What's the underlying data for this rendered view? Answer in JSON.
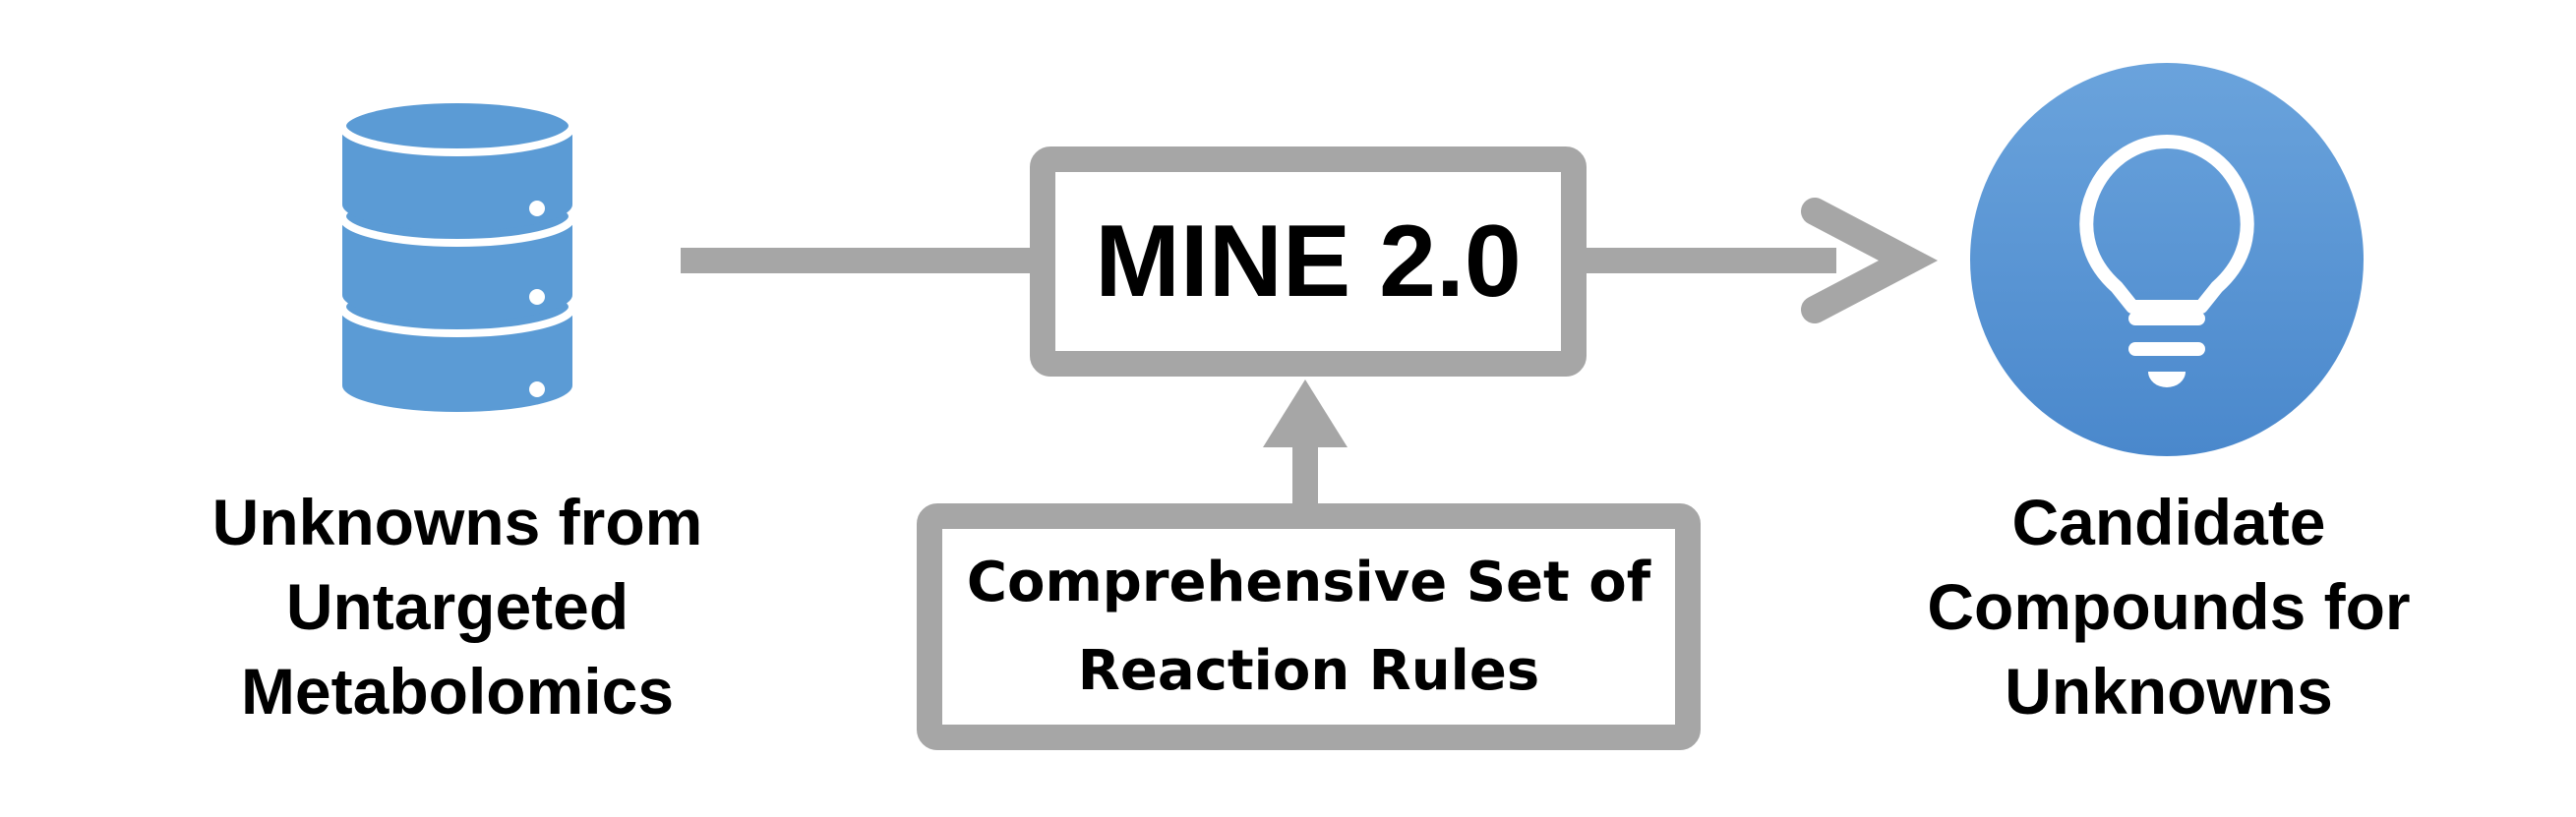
{
  "colors": {
    "accent_blue": "#5b9bd5",
    "circle_blue_top": "#6aa3dc",
    "circle_blue_bottom": "#4a88cc",
    "arrow_gray": "#a6a6a6",
    "text": "#000000"
  },
  "nodes": {
    "input": {
      "icon": "database-icon",
      "label_lines": [
        "Unknowns from",
        "Untargeted",
        "Metabolomics"
      ]
    },
    "process": {
      "label": "MINE 2.0"
    },
    "rules": {
      "label_lines": [
        "Comprehensive Set of",
        "Reaction Rules"
      ]
    },
    "output": {
      "icon": "lightbulb-icon",
      "label_lines": [
        "Candidate",
        "Compounds for",
        "Unknowns"
      ]
    }
  }
}
